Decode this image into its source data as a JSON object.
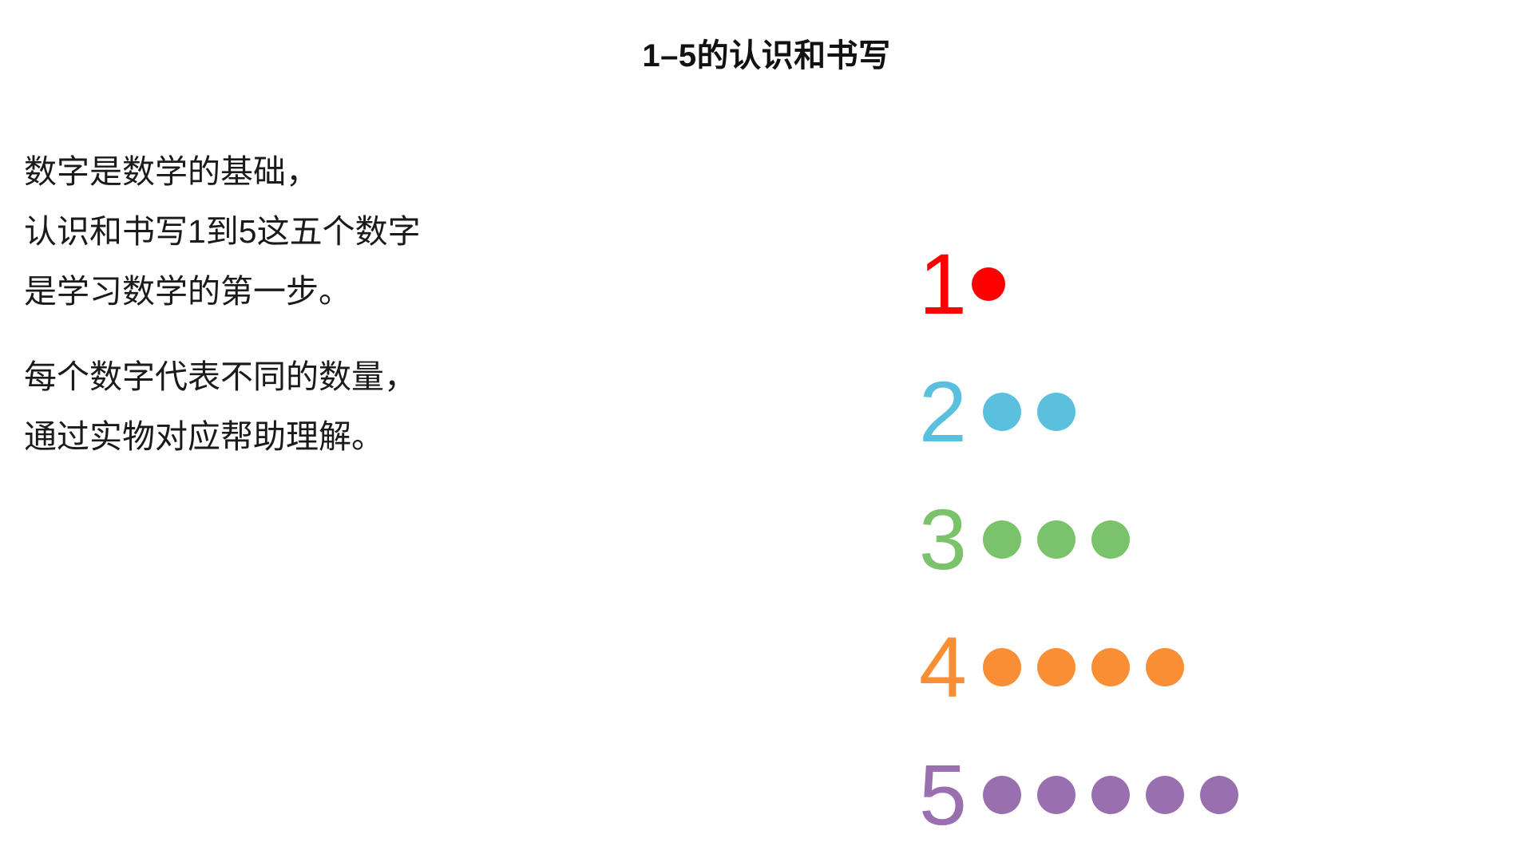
{
  "slide": {
    "title": "1–5的认识和书写",
    "background_color": "#ffffff",
    "text_color": "#1a1a1a"
  },
  "body": {
    "paragraphs": [
      {
        "lines": [
          "数字是数学的基础，",
          "认识和书写1到5这五个数字",
          "是学习数学的第一步。"
        ]
      },
      {
        "lines": [
          "每个数字代表不同的数量，",
          "通过实物对应帮助理解。"
        ]
      }
    ]
  },
  "chart_data": {
    "type": "bar",
    "title": "1–5的认识和书写",
    "xlabel": "",
    "ylabel": "",
    "categories": [
      "1",
      "2",
      "3",
      "4",
      "5"
    ],
    "values": [
      1,
      2,
      3,
      4,
      5
    ],
    "ylim": [
      0,
      5
    ],
    "grid": false,
    "legend": "none",
    "note": "Each row pairs a numeral with that many colored dots (pictorial quantity representation).",
    "rows": [
      {
        "digit": "1",
        "count": 1,
        "color": "#ff0000",
        "dot_color": "#ff0000"
      },
      {
        "digit": "2",
        "count": 2,
        "color": "#5bc0de",
        "dot_color": "#5bc0de"
      },
      {
        "digit": "3",
        "count": 3,
        "color": "#7ac36a",
        "dot_color": "#7ac36a"
      },
      {
        "digit": "4",
        "count": 4,
        "color": "#f98e35",
        "dot_color": "#f98e35"
      },
      {
        "digit": "5",
        "count": 5,
        "color": "#9a6fb0",
        "dot_color": "#9a6fb0"
      }
    ]
  }
}
